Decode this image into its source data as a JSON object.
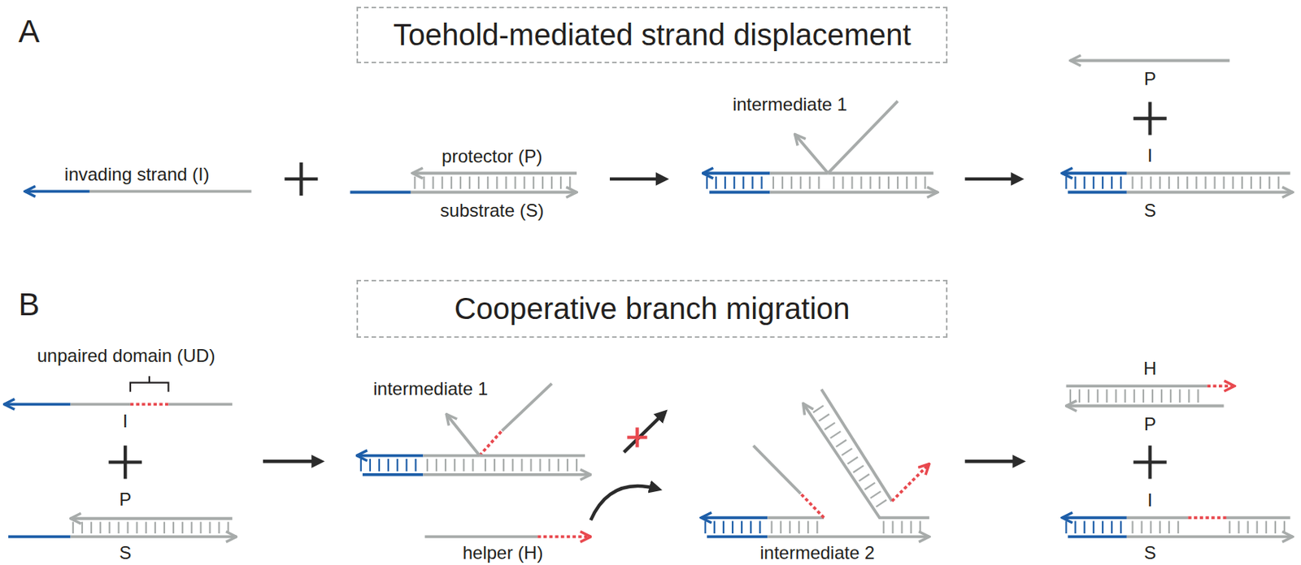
{
  "diagram": {
    "nodes": [
      {
        "text": [
          "Toehold-mediated strand displacement"
        ]
      },
      {
        "text": [
          "Cooperative branch migration"
        ]
      }
    ],
    "edges": [],
    "labels": [
      "A",
      "invading strand (I)",
      "protector (P)",
      "substrate (S)",
      "intermediate 1",
      "P",
      "I",
      "S",
      "B",
      "unpaired domain (UD)",
      "I",
      "P",
      "S",
      "intermediate 1",
      "helper (H)",
      "intermediate 2",
      "H",
      "P",
      "I",
      "S"
    ]
  }
}
